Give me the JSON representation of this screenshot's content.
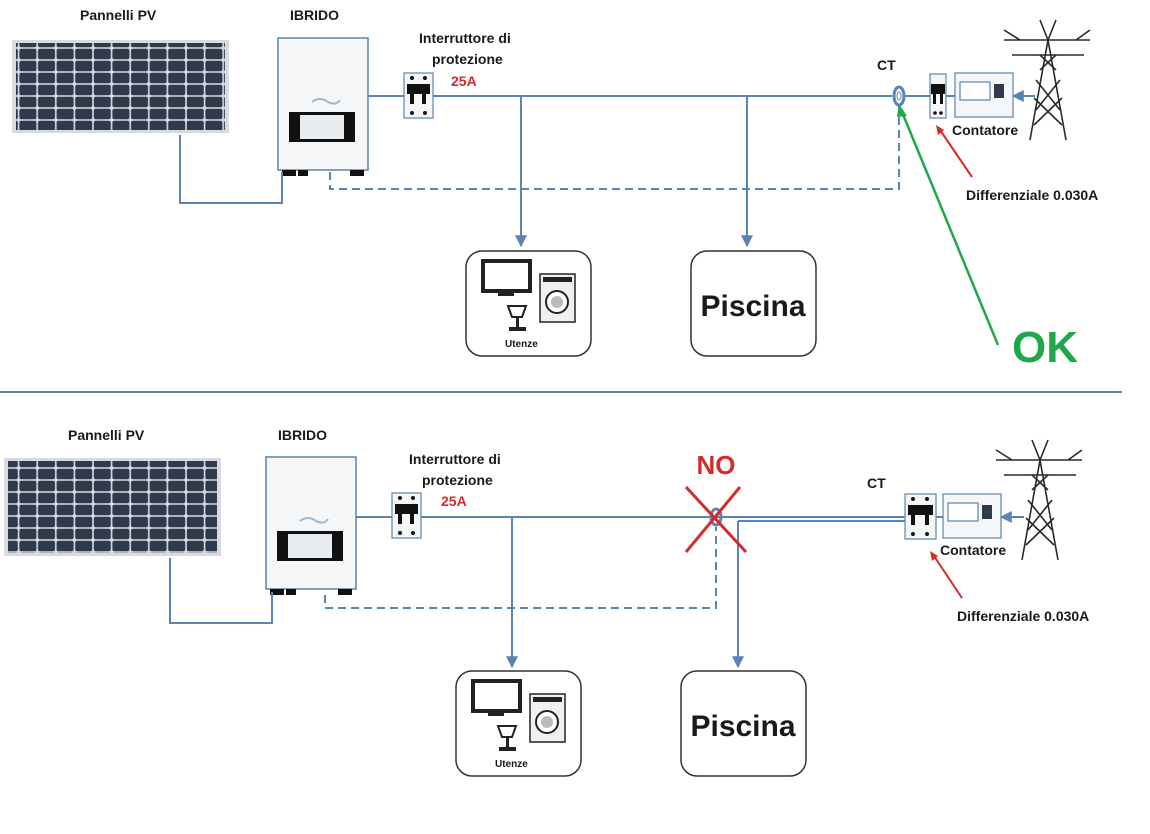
{
  "colors": {
    "wire": "#5b84b1",
    "red": "#d42b2b",
    "green": "#1fa84a",
    "panel": "#2f3b4c"
  },
  "top": {
    "pv_label": "Pannelli PV",
    "inverter_label": "IBRIDO",
    "breaker_label_1": "Interruttore di",
    "breaker_label_2": "protezione",
    "breaker_rating": "25A",
    "ct_label": "CT",
    "meter_label": "Contatore",
    "rcd_label": "Differenziale 0.030A",
    "loads_label": "Utenze",
    "pool_label": "Piscina",
    "verdict": "OK"
  },
  "bottom": {
    "pv_label": "Pannelli PV",
    "inverter_label": "IBRIDO",
    "breaker_label_1": "Interruttore di",
    "breaker_label_2": "protezione",
    "breaker_rating": "25A",
    "ct_label": "CT",
    "meter_label": "Contatore",
    "rcd_label": "Differenziale 0.030A",
    "loads_label": "Utenze",
    "pool_label": "Piscina",
    "verdict": "NO"
  }
}
